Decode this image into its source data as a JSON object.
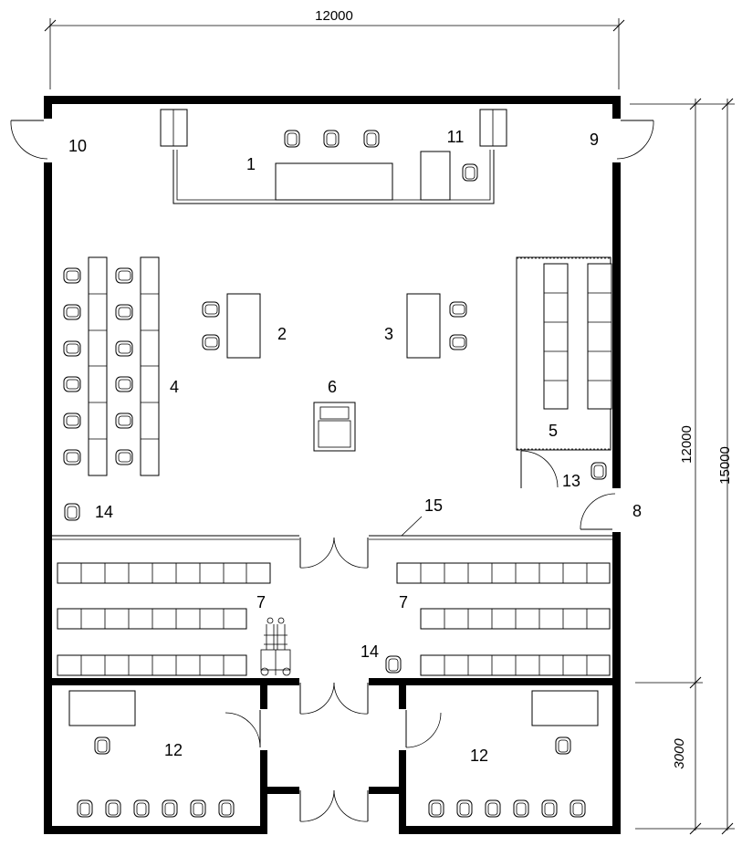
{
  "dimensions": {
    "top_width": "12000",
    "right_inner": "12000",
    "right_total": "15000",
    "right_lower": "3000"
  },
  "labels": {
    "l1": "1",
    "l2": "2",
    "l3": "3",
    "l4": "4",
    "l5": "5",
    "l6": "6",
    "l7a": "7",
    "l7b": "7",
    "l8": "8",
    "l9": "9",
    "l10": "10",
    "l11": "11",
    "l12a": "12",
    "l12b": "12",
    "l13": "13",
    "l14a": "14",
    "l14b": "14",
    "l15": "15"
  }
}
